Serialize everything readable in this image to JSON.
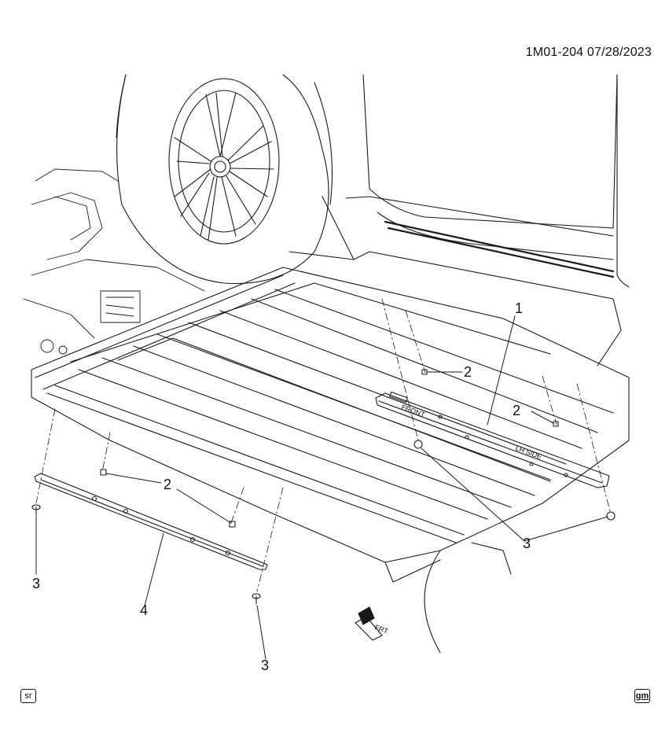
{
  "header": {
    "code": "1M01-204  07/28/2023"
  },
  "diagram": {
    "label_front": "FRONT",
    "label_lh_side": "LH SIDE",
    "label_frt": "FRT",
    "callouts": {
      "c1": "1",
      "c2a": "2",
      "c2b": "2",
      "c2c": "2",
      "c3a": "3",
      "c3b": "3",
      "c3c": "3",
      "c4": "4"
    }
  },
  "footer": {
    "badge_left": "sr",
    "badge_right": "gm"
  }
}
